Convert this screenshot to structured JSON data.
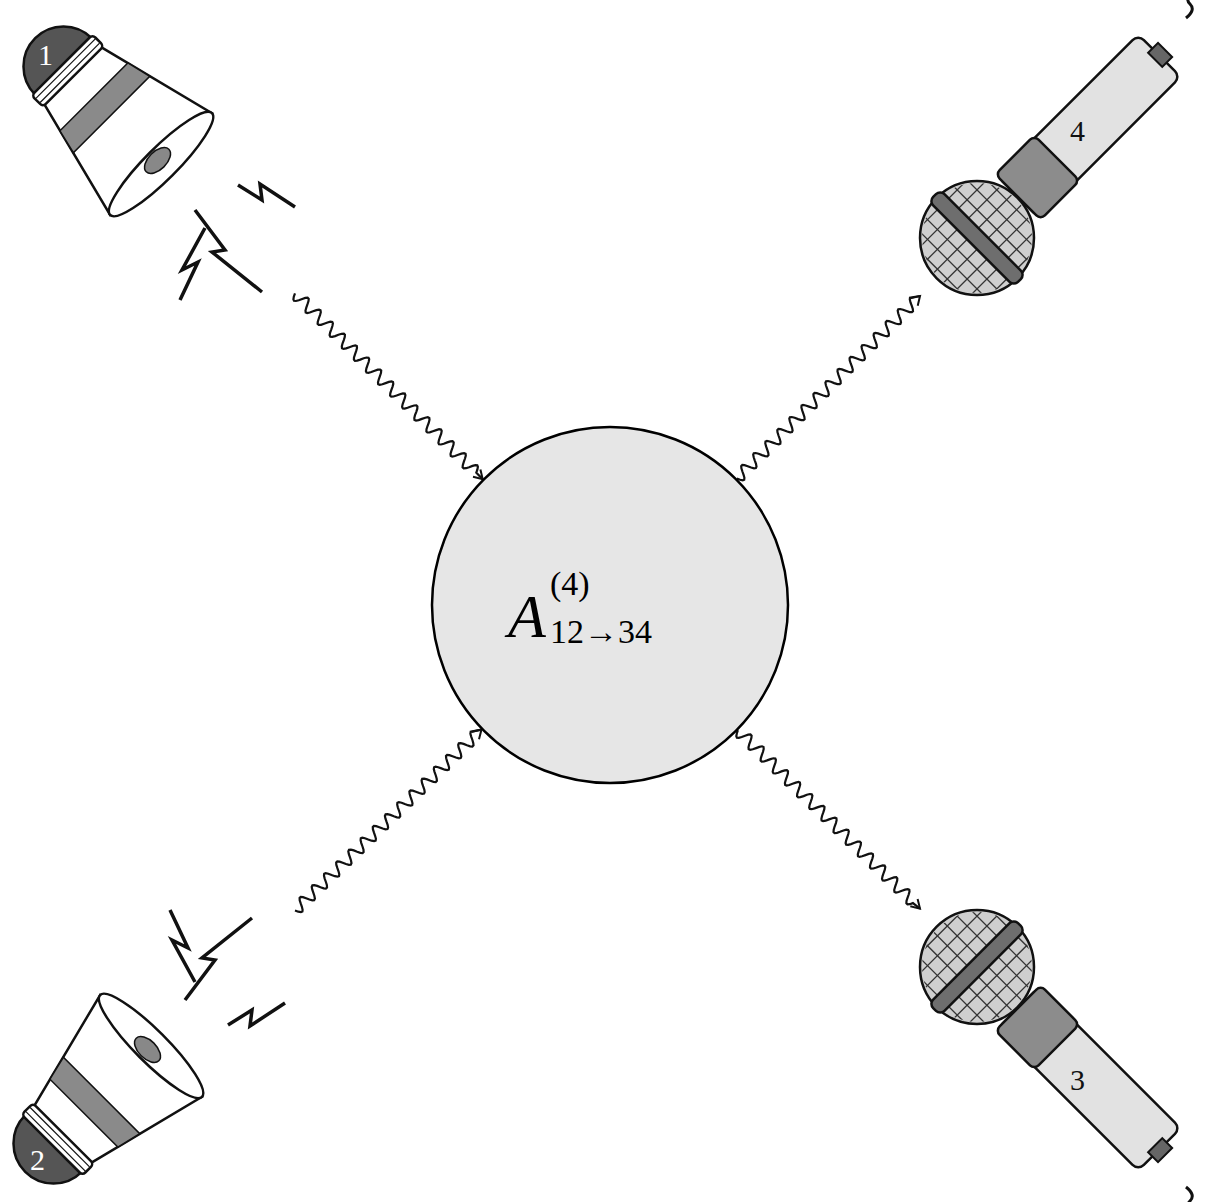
{
  "diagram": {
    "nodes": [
      {
        "text": [
          "1"
        ]
      },
      {
        "text": [
          "4"
        ]
      },
      {
        "text": [
          "A",
          "(4)",
          "12→34"
        ]
      },
      {
        "text": [
          "2"
        ]
      },
      {
        "text": [
          "3"
        ]
      }
    ],
    "edges": [
      {
        "from": 0,
        "to": 2,
        "arrow": "to"
      },
      {
        "from": 3,
        "to": 2,
        "arrow": "to"
      },
      {
        "from": 2,
        "to": 4,
        "arrow": "to"
      },
      {
        "from": 2,
        "to": 1,
        "arrow": "to"
      }
    ]
  }
}
